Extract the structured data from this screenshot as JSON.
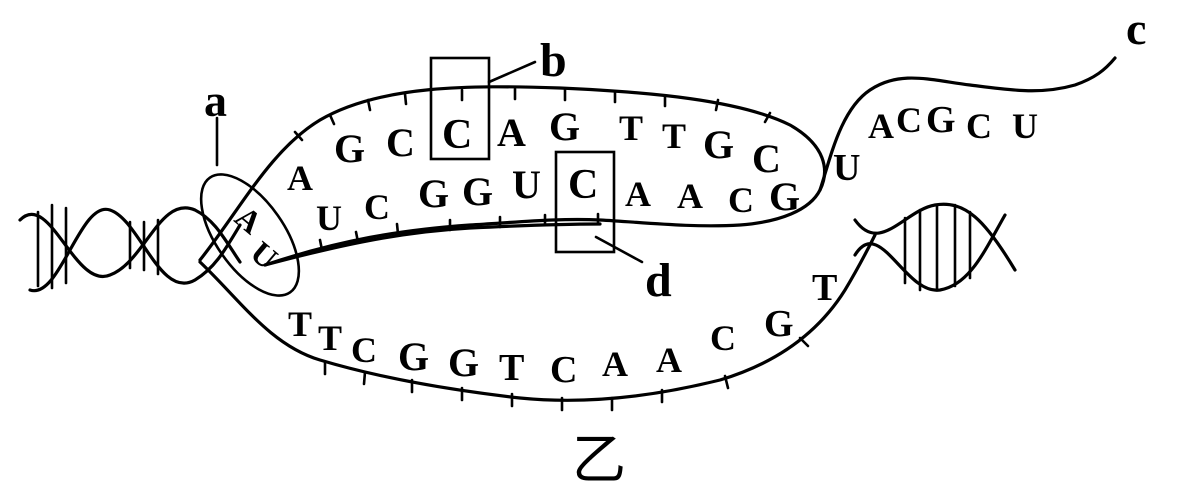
{
  "labels": {
    "a": "a",
    "b": "b",
    "c": "c",
    "d": "d",
    "yi": "乙"
  },
  "strands": {
    "rna_upper_top": [
      "A",
      "G",
      "C",
      "C",
      "A",
      "G",
      "T",
      "T",
      "G",
      "C"
    ],
    "rna_upper_bottom": [
      "U",
      "C",
      "G",
      "G",
      "U",
      "C",
      "A",
      "A",
      "C",
      "G"
    ],
    "rna_tail": [
      "U",
      "A",
      "C",
      "G",
      "C",
      "U"
    ],
    "dna_lower": [
      "T",
      "T",
      "C",
      "G",
      "G",
      "T",
      "C",
      "A",
      "A",
      "C",
      "G",
      "T"
    ],
    "circled_pair": [
      "A",
      "U"
    ]
  }
}
